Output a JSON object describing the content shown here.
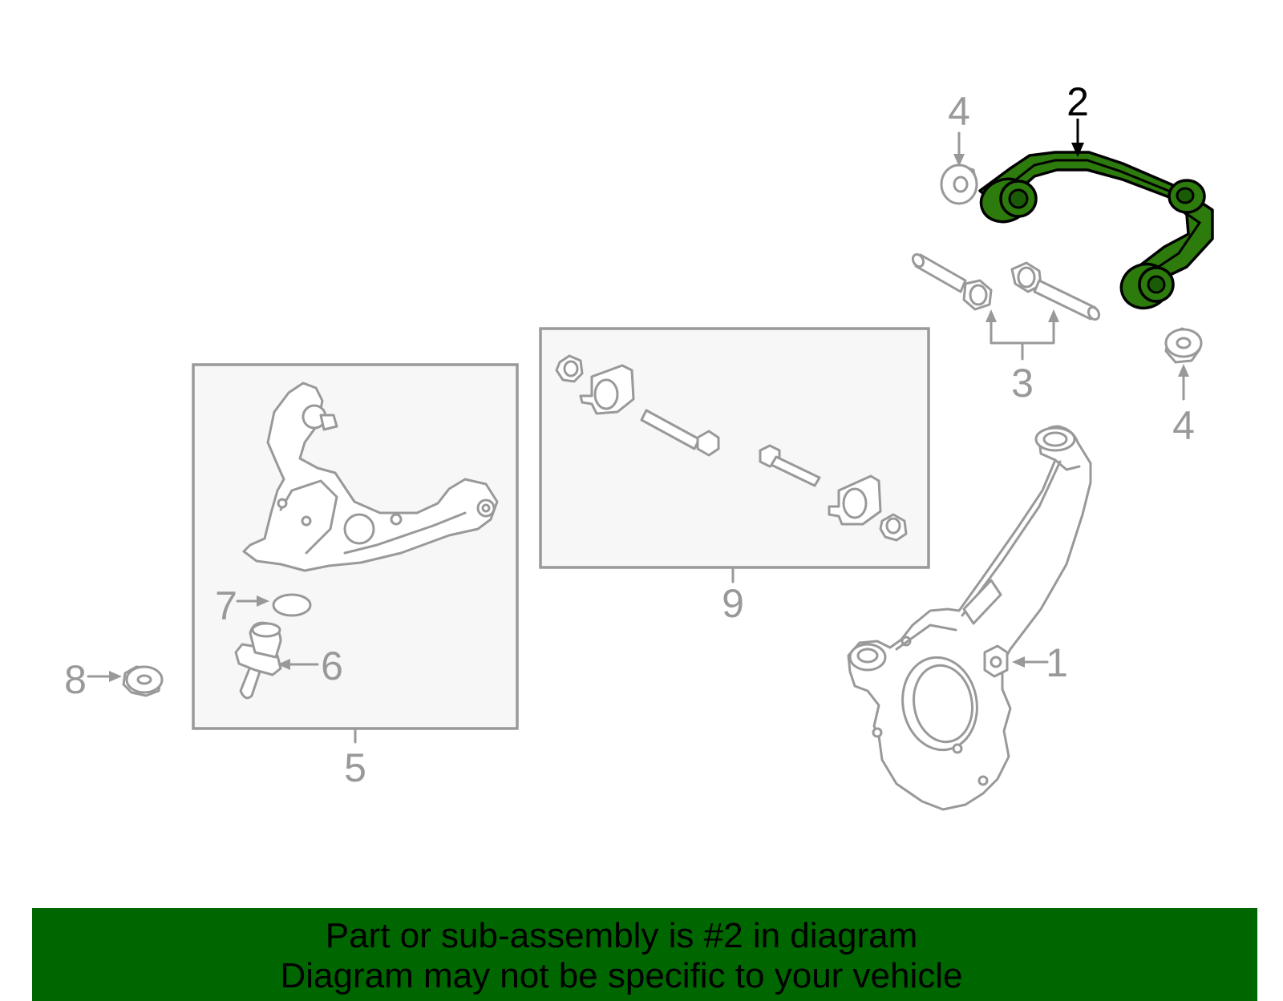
{
  "diagram": {
    "callouts": [
      {
        "id": "1",
        "label": "1"
      },
      {
        "id": "2",
        "label": "2",
        "highlighted": true
      },
      {
        "id": "3",
        "label": "3"
      },
      {
        "id": "4a",
        "label": "4"
      },
      {
        "id": "4b",
        "label": "4"
      },
      {
        "id": "5",
        "label": "5"
      },
      {
        "id": "6",
        "label": "6"
      },
      {
        "id": "7",
        "label": "7"
      },
      {
        "id": "8",
        "label": "8"
      },
      {
        "id": "9",
        "label": "9"
      }
    ],
    "highlight_part": "upper-control-arm",
    "colors": {
      "part_line": "#999999",
      "highlight_fill": "#2d7a0d",
      "highlight_outline": "#000000",
      "box_fill": "#f7f7f7",
      "banner": "#006600"
    }
  },
  "banner": {
    "line1": "Part or sub-assembly is #2 in diagram",
    "line2": "Diagram may not be specific to your vehicle"
  }
}
